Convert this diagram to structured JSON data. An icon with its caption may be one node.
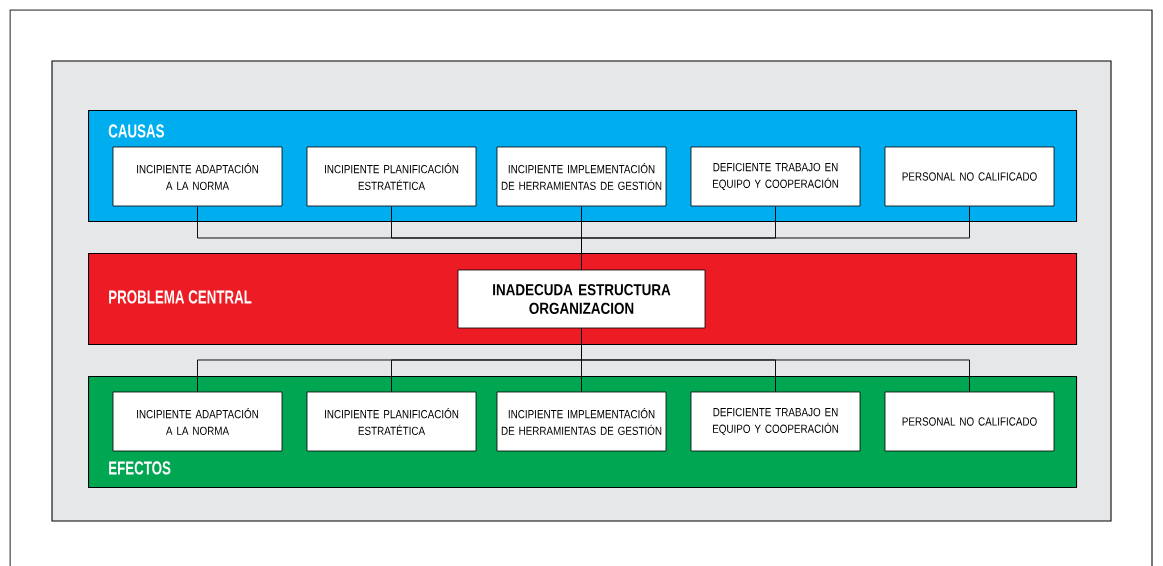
{
  "diagram": {
    "nodes": [
      {
        "text": [
          "CAUSAS"
        ]
      },
      {
        "text": [
          "INCIPIENTE ADAPTACIÓN A LA NORMA"
        ],
        "in": 0
      },
      {
        "text": [
          "INCIPIENTE PLANIFICACIÓN ESTRATÉTICA"
        ],
        "in": 0
      },
      {
        "text": [
          "INCIPIENTE IMPLEMENTACIÓN DE HERRAMIENTAS DE GESTIÓN"
        ],
        "in": 0
      },
      {
        "text": [
          "DEFICIENTE TRABAJO EN EQUIPO Y COOPERACIÓN"
        ],
        "in": 0
      },
      {
        "text": [
          "PERSONAL NO CALIFICADO"
        ],
        "in": 0
      },
      {
        "text": [
          "PROBLEMA CENTRAL"
        ]
      },
      {
        "text": [
          "INADECUDA ESTRUCTURA ORGANIZACION"
        ],
        "in": 6
      },
      {
        "text": [
          "EFECTOS"
        ]
      },
      {
        "text": [
          "INCIPIENTE ADAPTACIÓN A LA NORMA"
        ],
        "in": 8
      },
      {
        "text": [
          "INCIPIENTE PLANIFICACIÓN ESTRATÉTICA"
        ],
        "in": 8
      },
      {
        "text": [
          "INCIPIENTE IMPLEMENTACIÓN DE HERRAMIENTAS DE GESTIÓN"
        ],
        "in": 8
      },
      {
        "text": [
          "DEFICIENTE TRABAJO EN EQUIPO Y COOPERACIÓN"
        ],
        "in": 8
      },
      {
        "text": [
          "PERSONAL NO CALIFICADO"
        ],
        "in": 8
      }
    ],
    "edges": [
      {
        "from": 1,
        "to": 7,
        "arrow": "none"
      },
      {
        "from": 2,
        "to": 7,
        "arrow": "none"
      },
      {
        "from": 3,
        "to": 7,
        "arrow": "none"
      },
      {
        "from": 4,
        "to": 7,
        "arrow": "none"
      },
      {
        "from": 5,
        "to": 7,
        "arrow": "none"
      },
      {
        "from": 7,
        "to": 9,
        "arrow": "none"
      },
      {
        "from": 7,
        "to": 10,
        "arrow": "none"
      },
      {
        "from": 7,
        "to": 11,
        "arrow": "none"
      },
      {
        "from": 7,
        "to": 12,
        "arrow": "none"
      },
      {
        "from": 7,
        "to": 13,
        "arrow": "none"
      }
    ]
  }
}
